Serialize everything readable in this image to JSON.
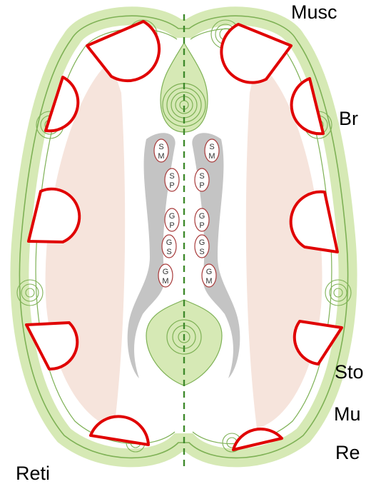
{
  "labels": {
    "top_right": "Musc",
    "upper_right": "Br",
    "lower_right_1": "Sto",
    "lower_right_2": "Mu",
    "lower_right_3": "Re",
    "bottom_left": "Reti"
  },
  "nuclei_left": [
    {
      "top": "S",
      "bottom": "M"
    },
    {
      "top": "S",
      "bottom": "P"
    },
    {
      "top": "G",
      "bottom": "P"
    },
    {
      "top": "G",
      "bottom": "S"
    },
    {
      "top": "G",
      "bottom": "M"
    }
  ],
  "nuclei_right": [
    {
      "top": "S",
      "bottom": "M"
    },
    {
      "top": "S",
      "bottom": "P"
    },
    {
      "top": "G",
      "bottom": "P"
    },
    {
      "top": "G",
      "bottom": "S"
    },
    {
      "top": "G",
      "bottom": "M"
    }
  ],
  "colors": {
    "green_fill": "#d6e9b5",
    "green_line": "#7eb155",
    "midline": "#3f8a2c",
    "red_outline": "#e00000",
    "pink": "#f6e4dc",
    "grey": "#c4c4c4",
    "nucleus_outline": "#a83a3a"
  }
}
